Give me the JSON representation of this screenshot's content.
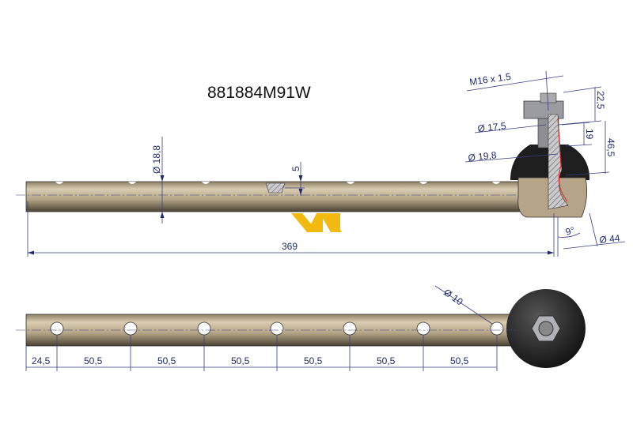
{
  "title": "881884M91W",
  "logo_text": "W",
  "colors": {
    "rod": "#b8a98c",
    "dimension": "#1f2a6b",
    "logo": "#f2b90f",
    "boot": "#222222"
  },
  "top_view": {
    "length": "369",
    "rod_diameter": "Ø 18,8",
    "groove_depth": "5",
    "thread": "M16 x 1.5",
    "nut_height": "22,5",
    "stud_height": "46,5",
    "taper_length": "19",
    "taper_small_dia": "Ø 17,5",
    "taper_large_dia": "Ø 19,8",
    "angle": "9°",
    "housing_dia": "Ø 44"
  },
  "bottom_view": {
    "hole_dia": "Ø 10",
    "spacings": [
      "24,5",
      "50,5",
      "50,5",
      "50,5",
      "50,5",
      "50,5",
      "50,5"
    ]
  }
}
